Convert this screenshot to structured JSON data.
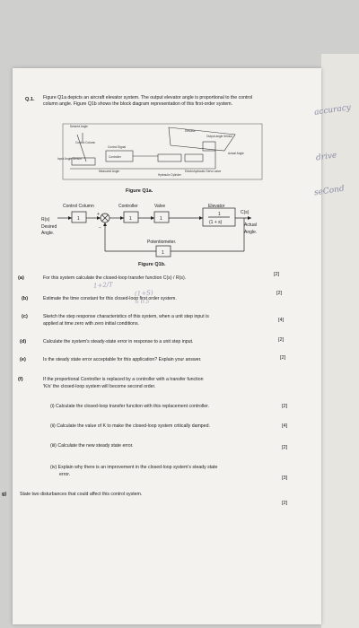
{
  "question": {
    "number": "Q.1.",
    "intro": "Figure Q1a depicts an aircraft elevator system. The output elevator angle is proportional to the control column angle. Figure Q1b shows the block diagram representation of this first-order system."
  },
  "figure_a": {
    "caption": "Figure Q1a.",
    "labels": {
      "desired_angle": "Desired Angle",
      "control_column": "Control Column",
      "control_signal": "Control Signal",
      "controller": "Controller",
      "elevator": "Elevator",
      "output_angle": "Output angle Sensor",
      "actual_angle": "Actual Angle",
      "input_angle_sensor": "Input Angle Sensor",
      "measured_angle": "Measured Angle",
      "hydraulic_cylinder": "Hydraulic Cylinder",
      "electrohydraulic_valve": "Electrohydraulic Servo valve"
    }
  },
  "figure_b": {
    "caption": "Figure Q1b.",
    "input": "R(s)",
    "input_desc_1": "Desired",
    "input_desc_2": "Angle.",
    "control_column": "Control Column",
    "controller": "Controller",
    "valve": "Valve",
    "elevator": "Elevator",
    "output": "C(s)",
    "output_desc_1": "Actual",
    "output_desc_2": "Angle.",
    "gain": "1",
    "tf_num": "1",
    "tf_den": "(1 + s)",
    "potentiometer": "Potentiometer.",
    "plus": "+",
    "minus": "−"
  },
  "parts": [
    {
      "letter": "(a)",
      "text": "For this system calculate the closed-loop transfer function C(s) / R(s).",
      "marks": "[2]"
    },
    {
      "letter": "(b)",
      "text": "Estimate the time constant for this closed-loop first order system.",
      "marks": "[2]"
    },
    {
      "letter": "(c)",
      "text_1": "Sketch the step response characteristics of this system, when a unit step input is",
      "text_2": "applied at time zero with zero initial conditions.",
      "marks": "[4]"
    },
    {
      "letter": "(d)",
      "text": "Calculate the system's steady-state error in response to a unit step input.",
      "marks": "[2]"
    },
    {
      "letter": "(e)",
      "text": "Is the steady state error acceptable for this application? Explain your answer.",
      "marks": "[2]"
    },
    {
      "letter": "(f)",
      "text_1": "If the proportional Controller is replaced by a controller with a transfer function",
      "text_2": "'K/s' the closed-loop system will become second order."
    }
  ],
  "subparts": [
    {
      "text": "(i) Calculate the closed-loop transfer function with this replacement controller.",
      "marks": "[2]"
    },
    {
      "text": "(ii) Calculate the value of K to make the closed-loop system critically damped.",
      "marks": "[4]"
    },
    {
      "text": "(iii) Calculate the new steady state error.",
      "marks": "[2]"
    },
    {
      "text_1": "(iv) Explain why there is an improvement in the closed-loop system's steady state",
      "text_2": "error.",
      "marks": "[3]"
    }
  ],
  "last": {
    "letter": "g)",
    "text": "State two disturbances that could affect this control system.",
    "marks": "[2]"
  },
  "handwriting": {
    "note_1": "accuracy",
    "note_2": "drive",
    "note_3": "seCond",
    "scribble_1": "1+2/T",
    "scribble_2": "(1+S)",
    "scribble_3": "= 0.5"
  }
}
